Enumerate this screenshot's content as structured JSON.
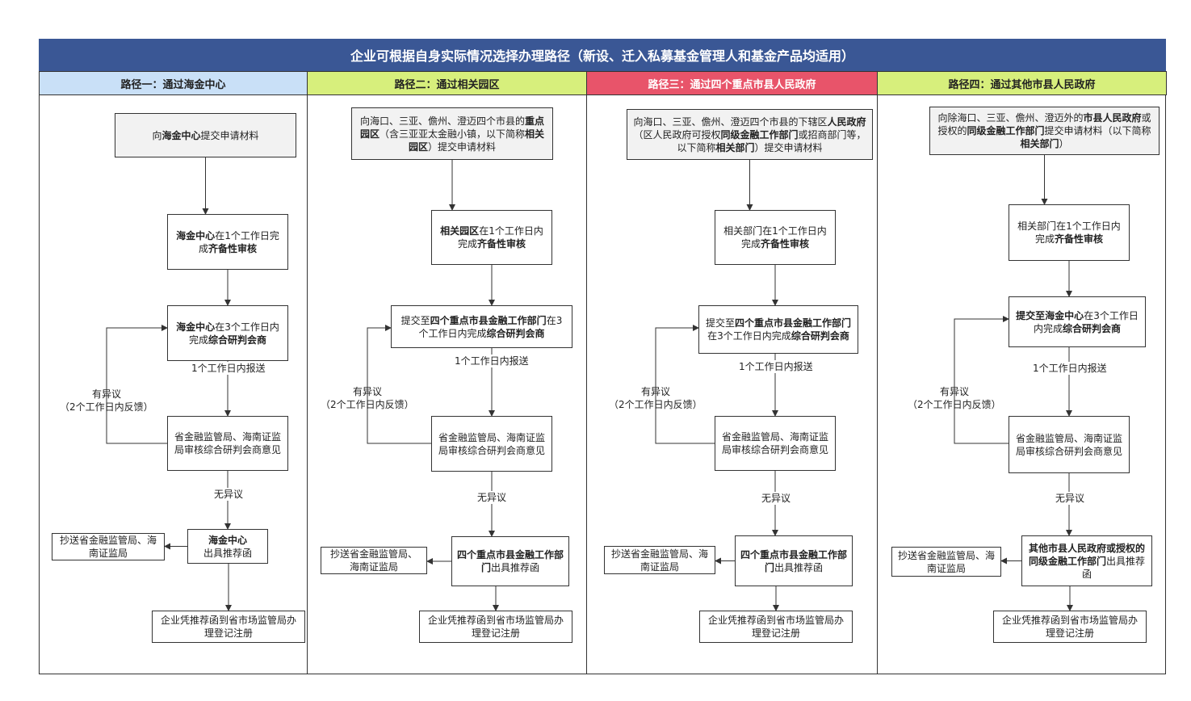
{
  "title": "企业可根据自身实际情况选择办理路径（新设、迁入私募基金管理人和基金产品均适用）",
  "colors": {
    "title_bg": "#3a5795",
    "path1": "#c9e0f7",
    "path2": "#d7ef7c",
    "path3": "#e8546a",
    "path4": "#d7ef7c"
  },
  "paths": [
    {
      "header": "路径一：通过海金中心",
      "submit": [
        [
          "向",
          "n"
        ],
        [
          "海金中心",
          "b"
        ],
        [
          "提交申请材料",
          "n"
        ]
      ],
      "review": [
        [
          "海金中心",
          "b"
        ],
        [
          "在1个工作日完成",
          "n"
        ],
        [
          "齐备性审核",
          "b"
        ]
      ],
      "meeting": [
        [
          "海金中心",
          "b"
        ],
        [
          "在3个工作日内完成",
          "n"
        ],
        [
          "综合研判会商",
          "b"
        ]
      ],
      "report_label": "1个工作日内报送",
      "objection": "有异议",
      "objection_sub": "（2个工作日内反馈）",
      "approve": "省金融监管局、海南证监局审核综合研判会商意见",
      "no_objection": "无异议",
      "recommend": [
        [
          "海金中心",
          "b"
        ],
        [
          "\n出具推荐函",
          "n"
        ]
      ],
      "copy_to": "抄送省金融监管局、海南证监局",
      "register": "企业凭推荐函到省市场监管局办理登记注册"
    },
    {
      "header": "路径二：通过相关园区",
      "submit": [
        [
          "向海口、三亚、儋州、澄迈四个市县的",
          "n"
        ],
        [
          "重点园区",
          "b"
        ],
        [
          "（含三亚亚太金融小镇，以下简称",
          "n"
        ],
        [
          "相关园区",
          "b"
        ],
        [
          "）提交申请材料",
          "n"
        ]
      ],
      "review": [
        [
          "相关园区",
          "b"
        ],
        [
          "在1个工作日内完成",
          "n"
        ],
        [
          "齐备性审核",
          "b"
        ]
      ],
      "meeting": [
        [
          "提交至",
          "n"
        ],
        [
          "四个重点市县金融工作部门",
          "b"
        ],
        [
          "在3个工作日内完成",
          "n"
        ],
        [
          "综合研判会商",
          "b"
        ]
      ],
      "report_label": "1个工作日内报送",
      "objection": "有异议",
      "objection_sub": "（2个工作日内反馈）",
      "approve": "省金融监管局、海南证监局审核综合研判会商意见",
      "no_objection": "无异议",
      "recommend": [
        [
          "四个重点市县金融工作部门",
          "b"
        ],
        [
          "出具推荐函",
          "n"
        ]
      ],
      "copy_to": "抄送省金融监管局、海南证监局",
      "register": "企业凭推荐函到省市场监管局办理登记注册"
    },
    {
      "header": "路径三：通过四个重点市县人民政府",
      "submit": [
        [
          "向海口、三亚、儋州、澄迈四个市县的下辖区",
          "n"
        ],
        [
          "人民政府",
          "b"
        ],
        [
          "（区人民政府可授权",
          "n"
        ],
        [
          "同级金融工作部门",
          "b"
        ],
        [
          "或招商部门等，以下简称",
          "n"
        ],
        [
          "相关部门",
          "b"
        ],
        [
          "）提交申请材料",
          "n"
        ]
      ],
      "review": [
        [
          "相关部门在1个工作日内完成",
          "n"
        ],
        [
          "齐备性审核",
          "b"
        ]
      ],
      "meeting": [
        [
          "提交至",
          "n"
        ],
        [
          "四个重点市县金融工作部门",
          "b"
        ],
        [
          "在3个工作日内完成",
          "n"
        ],
        [
          "综合研判会商",
          "b"
        ]
      ],
      "report_label": "1个工作日内报送",
      "objection": "有异议",
      "objection_sub": "（2个工作日内反馈）",
      "approve": "省金融监管局、海南证监局审核综合研判会商意见",
      "no_objection": "无异议",
      "recommend": [
        [
          "四个重点市县金融工作部门",
          "b"
        ],
        [
          "出具推荐函",
          "n"
        ]
      ],
      "copy_to": "抄送省金融监管局、海南证监局",
      "register": "企业凭推荐函到省市场监管局办理登记注册"
    },
    {
      "header": "路径四：通过其他市县人民政府",
      "submit": [
        [
          "向除海口、三亚、儋州、澄迈外的",
          "n"
        ],
        [
          "市县人民政府",
          "b"
        ],
        [
          "或授权的",
          "n"
        ],
        [
          "同级金融工作部门",
          "b"
        ],
        [
          "提交申请材料（以下简称",
          "n"
        ],
        [
          "相关部门",
          "b"
        ],
        [
          "）",
          "n"
        ]
      ],
      "review": [
        [
          "相关部门在1个工作日内完成",
          "n"
        ],
        [
          "齐备性审核",
          "b"
        ]
      ],
      "meeting": [
        [
          "提交至海金中心",
          "b"
        ],
        [
          "在3个工作日内完成",
          "n"
        ],
        [
          "综合研判会商",
          "b"
        ]
      ],
      "report_label": "1个工作日内报送",
      "objection": "有异议",
      "objection_sub": "（2个工作日内反馈）",
      "approve": "省金融监管局、海南证监局审核综合研判会商意见",
      "no_objection": "无异议",
      "recommend": [
        [
          "其他市县人民政府或授权的同级金融工作部门",
          "b"
        ],
        [
          "出具推荐函",
          "n"
        ]
      ],
      "copy_to": "抄送省金融监管局、海南证监局",
      "register": "企业凭推荐函到省市场监管局办理登记注册"
    }
  ]
}
